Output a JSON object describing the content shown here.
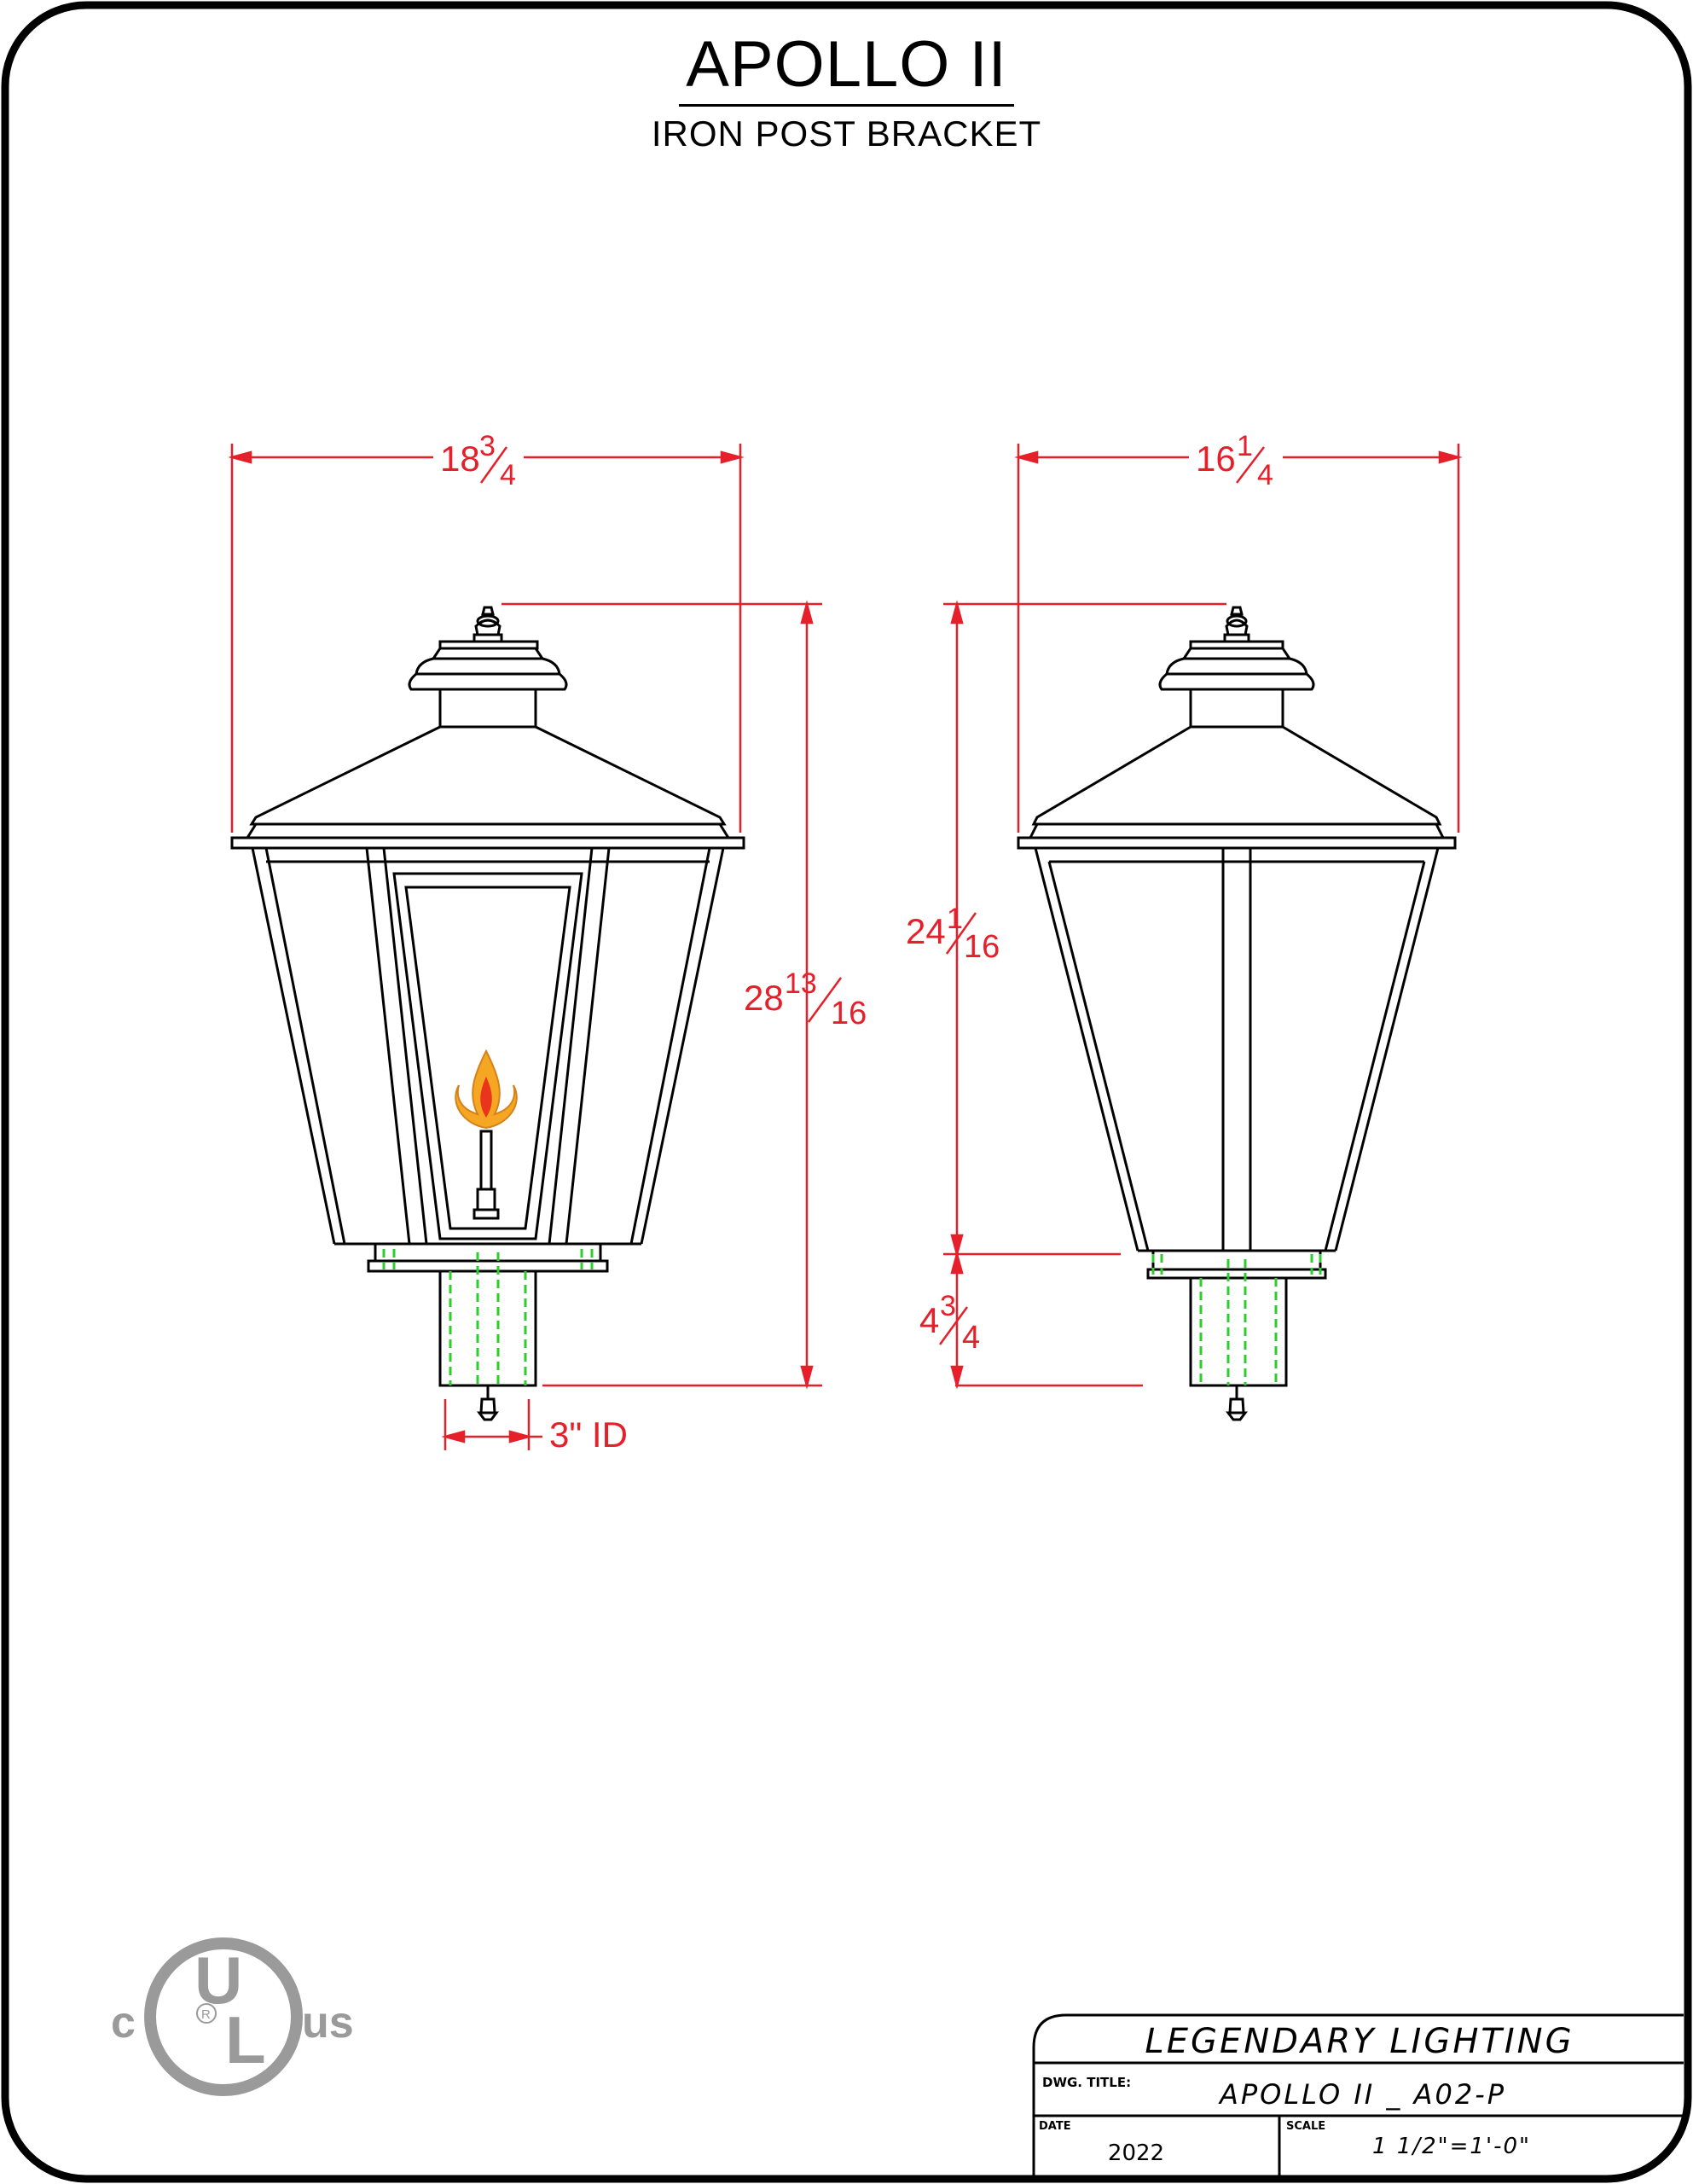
{
  "header": {
    "title": "APOLLO II",
    "subtitle": "IRON POST BRACKET"
  },
  "front_view": {
    "width_whole": "18",
    "width_num": "3",
    "width_den": "4",
    "height_whole": "28",
    "height_num": "13",
    "height_den": "16",
    "post_id": "3\" ID"
  },
  "side_view": {
    "width_whole": "16",
    "width_num": "1",
    "width_den": "4",
    "height_whole": "24",
    "height_num": "1",
    "height_den": "16",
    "base_whole": "4",
    "base_num": "3",
    "base_den": "4"
  },
  "certification": {
    "ul_top": "U",
    "ul_bottom": "L",
    "registered": "R",
    "c_mark": "c",
    "us_mark": "us"
  },
  "title_block": {
    "company": "LEGENDARY LIGHTING",
    "dwg_title_label": "DWG. TITLE:",
    "dwg_title_value": "APOLLO II _ A02-P",
    "date_label": "DATE",
    "date_value": "2022",
    "scale_label": "SCALE",
    "scale_value": "1 1/2\"=1'-0\""
  },
  "colors": {
    "line": "#000000",
    "dimension": "#e5202a",
    "hidden_line": "#2ecc2e",
    "flame_outer": "#f5a623",
    "flame_inner": "#e8351c",
    "ul_logo": "#9a9a9a"
  }
}
